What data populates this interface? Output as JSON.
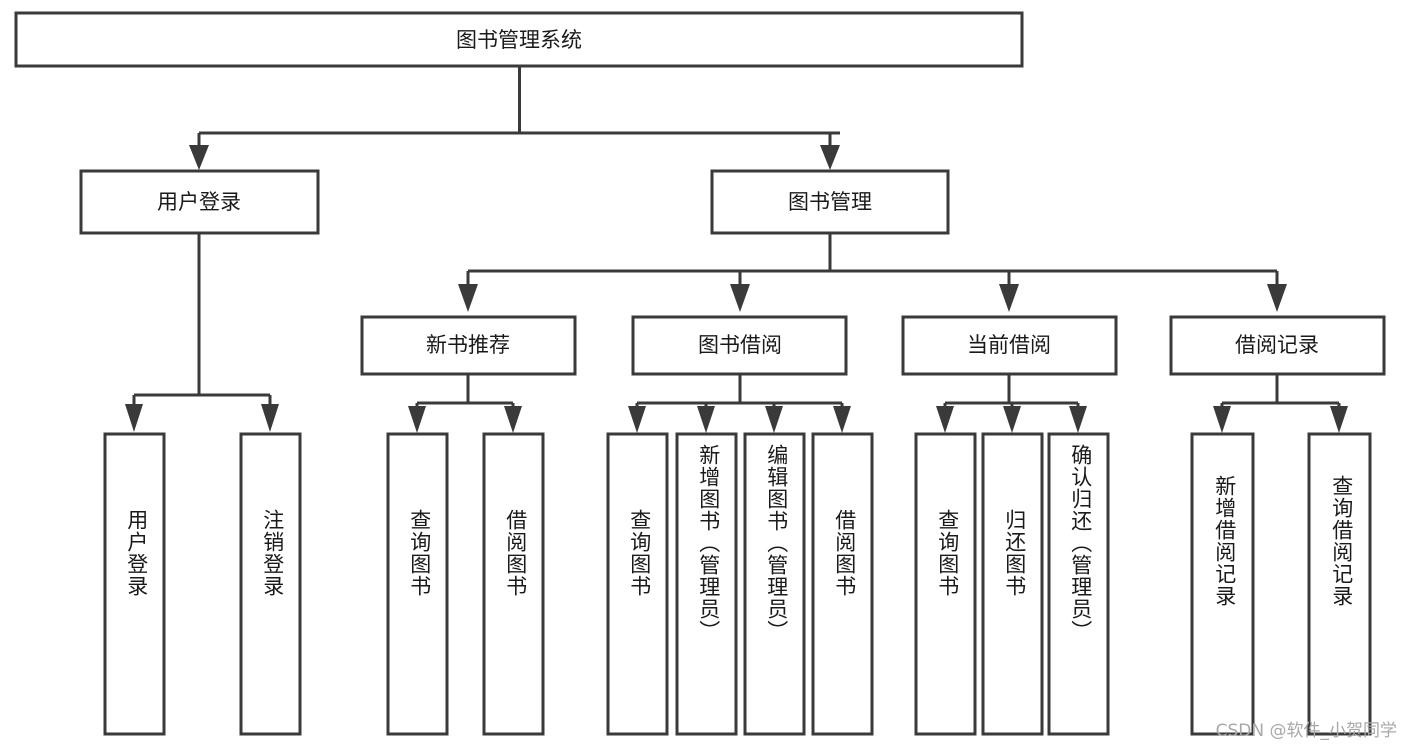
{
  "diagram": {
    "type": "tree-hierarchy-chart",
    "title": "图书管理系统",
    "watermark": "CSDN @软件_小贺同学",
    "colors": {
      "background": "#ffffff",
      "box_fill": "#ffffff",
      "box_stroke": "#3a3a3a",
      "connector": "#3a3a3a",
      "text": "#1a1a1a",
      "watermark": "#a8a8a8"
    },
    "root": {
      "id": "root",
      "label": "图书管理系统",
      "orientation": "horizontal"
    },
    "level1": [
      {
        "id": "user-login",
        "label": "用户登录",
        "orientation": "horizontal"
      },
      {
        "id": "book-management",
        "label": "图书管理",
        "orientation": "horizontal"
      }
    ],
    "level2": [
      {
        "id": "new-book-recommend",
        "label": "新书推荐",
        "parent": "book-management",
        "orientation": "horizontal"
      },
      {
        "id": "book-borrow",
        "label": "图书借阅",
        "parent": "book-management",
        "orientation": "horizontal"
      },
      {
        "id": "current-borrow",
        "label": "当前借阅",
        "parent": "book-management",
        "orientation": "horizontal"
      },
      {
        "id": "borrow-record",
        "label": "借阅记录",
        "parent": "book-management",
        "orientation": "horizontal"
      }
    ],
    "leaves": [
      {
        "id": "leaf-user-login",
        "label": "用户登录",
        "parent": "user-login",
        "orientation": "vertical"
      },
      {
        "id": "leaf-user-logout",
        "label": "注销登录",
        "parent": "user-login",
        "orientation": "vertical"
      },
      {
        "id": "leaf-query-book-1",
        "label": "查询图书",
        "parent": "new-book-recommend",
        "orientation": "vertical"
      },
      {
        "id": "leaf-borrow-book-1",
        "label": "借阅图书",
        "parent": "new-book-recommend",
        "orientation": "vertical"
      },
      {
        "id": "leaf-query-book-2",
        "label": "查询图书",
        "parent": "book-borrow",
        "orientation": "vertical"
      },
      {
        "id": "leaf-add-book",
        "label": "新增图书（管理员）",
        "parent": "book-borrow",
        "orientation": "vertical"
      },
      {
        "id": "leaf-edit-book",
        "label": "编辑图书（管理员）",
        "parent": "book-borrow",
        "orientation": "vertical"
      },
      {
        "id": "leaf-borrow-book-2",
        "label": "借阅图书",
        "parent": "book-borrow",
        "orientation": "vertical"
      },
      {
        "id": "leaf-query-book-3",
        "label": "查询图书",
        "parent": "current-borrow",
        "orientation": "vertical"
      },
      {
        "id": "leaf-return-book",
        "label": "归还图书",
        "parent": "current-borrow",
        "orientation": "vertical"
      },
      {
        "id": "leaf-confirm-return",
        "label": "确认归还（管理员）",
        "parent": "current-borrow",
        "orientation": "vertical"
      },
      {
        "id": "leaf-add-record",
        "label": "新增借阅记录",
        "parent": "borrow-record",
        "orientation": "vertical"
      },
      {
        "id": "leaf-query-record",
        "label": "查询借阅记录",
        "parent": "borrow-record",
        "orientation": "vertical"
      }
    ]
  }
}
